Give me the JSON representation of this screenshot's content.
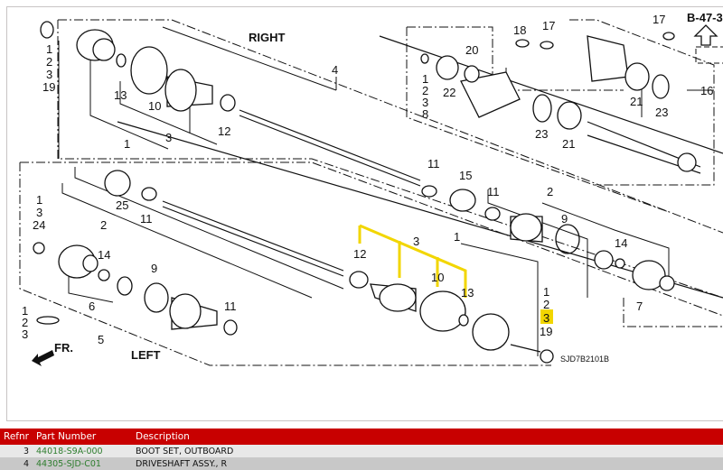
{
  "diagram": {
    "title_right": "RIGHT",
    "title_left": "LEFT",
    "front_arrow": "FR.",
    "ref_section": "B-47-3",
    "diagram_code": "SJD7B2101B",
    "highlight_color": "#f2d600",
    "labels": [
      "1",
      "2",
      "3",
      "19",
      "4",
      "13",
      "10",
      "12",
      "3",
      "1",
      "1",
      "2",
      "3",
      "8",
      "22",
      "20",
      "18",
      "17",
      "17",
      "21",
      "23",
      "16",
      "23",
      "21",
      "11",
      "15",
      "25",
      "11",
      "11",
      "2",
      "9",
      "14",
      "7",
      "3",
      "1",
      "12",
      "10",
      "13",
      "1",
      "2",
      "3",
      "19",
      "1",
      "3",
      "24",
      "2",
      "14",
      "9",
      "11",
      "6",
      "5",
      "1",
      "2",
      "3"
    ]
  },
  "table": {
    "headers": [
      "Refnr",
      "Part Number",
      "Description"
    ],
    "rows": [
      {
        "ref": "3",
        "part": "44018-S9A-000",
        "desc": "BOOT SET, OUTBOARD"
      },
      {
        "ref": "4",
        "part": "44305-SJD-C01",
        "desc": "DRIVESHAFT ASSY., R"
      }
    ],
    "header_color": "#c80000"
  }
}
